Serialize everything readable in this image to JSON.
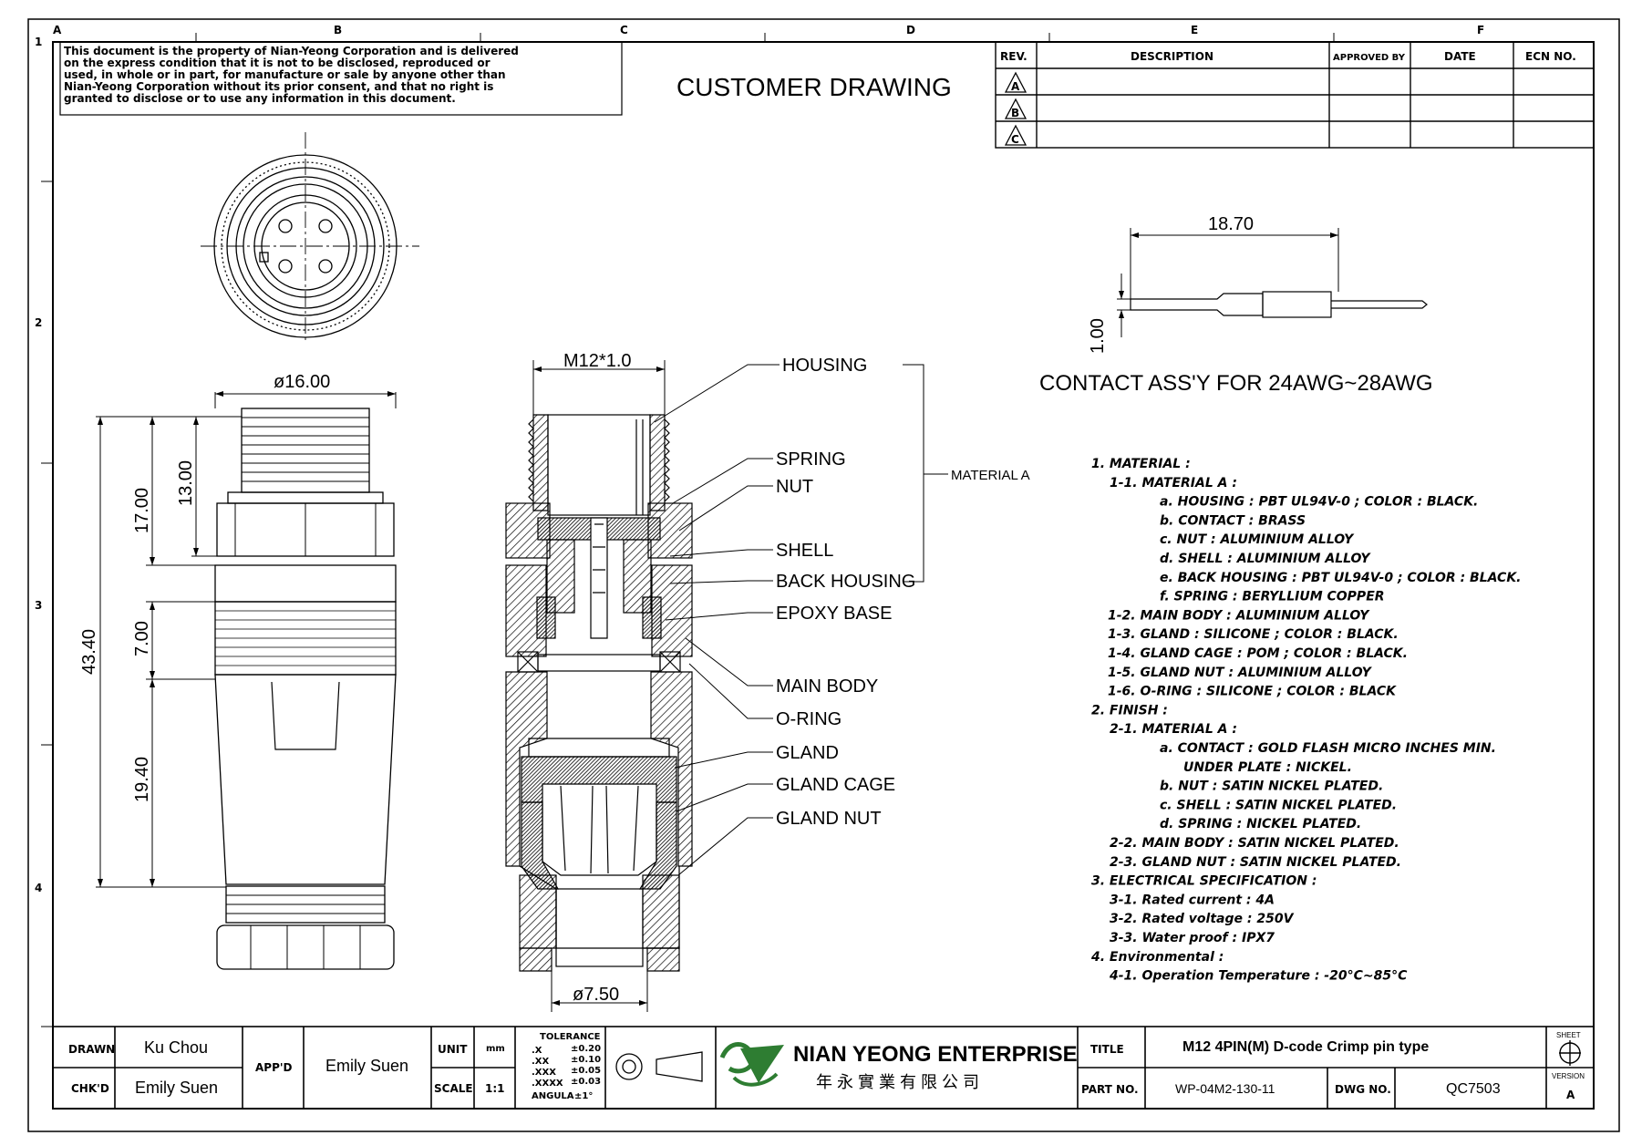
{
  "header": {
    "grid_cols": [
      "A",
      "B",
      "C",
      "D",
      "E",
      "F"
    ],
    "grid_rows": [
      "1",
      "2",
      "3",
      "4"
    ],
    "disclaimer": [
      "This document is the property of Nian-Yeong Corporation and is delivered",
      "on  the  express condition that it is not to be disclosed, reproduced or",
      "used, in whole or in part, for manufacture or sale by anyone other than",
      "Nian-Yeong Corporation without  its prior consent, and that  no right  is",
      "granted  to disclose or  to use any information in  this  document."
    ],
    "title": "CUSTOMER  DRAWING"
  },
  "revision_table": {
    "headers": [
      "REV.",
      "DESCRIPTION",
      "APPROVED BY",
      "DATE",
      "ECN NO."
    ],
    "revs": [
      "A",
      "B",
      "C"
    ]
  },
  "dimensions": {
    "dia16": "ø16.00",
    "len17": "17.00",
    "len13": "13.00",
    "len4340": "43.40",
    "len7": "7.00",
    "len1940": "19.40",
    "m12": "M12*1.0",
    "dia750": "ø7.50",
    "contact_len": "18.70",
    "contact_dia": "1.00"
  },
  "section_labels": {
    "housing": "HOUSING",
    "spring": "SPRING",
    "nut": "NUT",
    "shell": "SHELL",
    "back_housing": "BACK  HOUSING",
    "epoxy_base": "EPOXY  BASE",
    "main_body": "MAIN  BODY",
    "o_ring": "O-RING",
    "gland": "GLAND",
    "gland_cage": "GLAND  CAGE",
    "gland_nut": "GLAND  NUT",
    "material_a": "MATERIAL  A"
  },
  "contact_title": "CONTACT  ASS'Y  FOR  24AWG~28AWG",
  "specs": [
    "1.  MATERIAL  :",
    "1-1.  MATERIAL  A  :",
    "a.  HOUSING  :  PBT  UL94V-0  ;  COLOR  :  BLACK.",
    "b.  CONTACT  :  BRASS",
    "c.  NUT  :  ALUMINIUM  ALLOY",
    "d.  SHELL  :  ALUMINIUM  ALLOY",
    "e.  BACK  HOUSING  :  PBT  UL94V-0  ;  COLOR  :  BLACK.",
    "f.  SPRING  :  BERYLLIUM  COPPER",
    "1-2.  MAIN  BODY  :  ALUMINIUM  ALLOY",
    "1-3.  GLAND  :  SILICONE  ;  COLOR  :  BLACK.",
    "1-4.  GLAND  CAGE  :  POM  ;  COLOR  :  BLACK.",
    "1-5.  GLAND  NUT  :  ALUMINIUM  ALLOY",
    "1-6.  O-RING  :  SILICONE  ;  COLOR  :  BLACK",
    "2.  FINISH  :",
    "2-1.  MATERIAL  A  :",
    "a.  CONTACT  :  GOLD  FLASH  MICRO  INCHES  MIN.",
    "UNDER  PLATE  :  NICKEL.",
    "b.  NUT  :  SATIN  NICKEL  PLATED.",
    "c.  SHELL  :  SATIN  NICKEL  PLATED.",
    "d.  SPRING  :  NICKEL  PLATED.",
    "2-2.  MAIN  BODY  :  SATIN  NICKEL  PLATED.",
    "2-3.  GLAND  NUT  :  SATIN  NICKEL  PLATED.",
    "3.  ELECTRICAL  SPECIFICATION  :",
    "3-1.  Rated  current  :  4A",
    "3-2.  Rated  voltage  :  250V",
    "3-3.  Water  proof  :  IPX7",
    "4.  Environmental  :",
    "4-1.  Operation  Temperature  :  -20°C~85°C"
  ],
  "title_block": {
    "drawn_label": "DRAWN",
    "drawn": "Ku Chou",
    "chkd_label": "CHK'D",
    "chkd": "Emily Suen",
    "appd_label": "APP'D",
    "appd": "Emily Suen",
    "unit_label": "UNIT",
    "unit": "mm",
    "scale_label": "SCALE",
    "scale": "1:1",
    "tolerance_label": "TOLERANCE",
    "tol": [
      [
        ".X",
        "±0.20"
      ],
      [
        ".XX",
        "±0.10"
      ],
      [
        ".XXX",
        "±0.05"
      ],
      [
        ".XXXX",
        "±0.03"
      ],
      [
        "ANGULA",
        "±1°"
      ]
    ],
    "company": "NIAN YEONG ENTERPRISE",
    "company_cn": "年 永 實 業 有 限 公 司",
    "title_label": "TITLE",
    "title": "M12  4PIN(M)  D-code  Crimp  pin  type",
    "part_label": "PART NO.",
    "part": "WP-04M2-130-11",
    "dwg_label": "DWG NO.",
    "dwg": "QC7503",
    "sheet_label": "SHEET",
    "version_label": "VERSION",
    "version": "A"
  },
  "colors": {
    "ink": "#000000",
    "logo_green": "#2e7d32"
  }
}
